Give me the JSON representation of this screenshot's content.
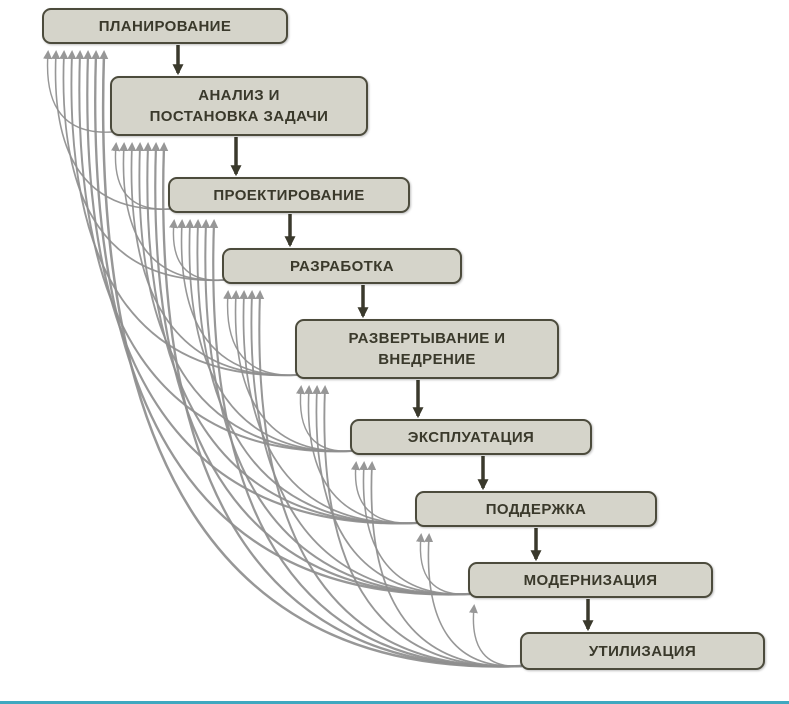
{
  "diagram": {
    "nodes": [
      {
        "id": "planning",
        "label": "ПЛАНИРОВАНИЕ",
        "lines": [
          "ПЛАНИРОВАНИЕ"
        ]
      },
      {
        "id": "analysis",
        "label": "АНАЛИЗ И ПОСТАНОВКА ЗАДАЧИ",
        "lines": [
          "АНАЛИЗ И",
          "ПОСТАНОВКА ЗАДАЧИ"
        ]
      },
      {
        "id": "design",
        "label": "ПРОЕКТИРОВАНИЕ",
        "lines": [
          "ПРОЕКТИРОВАНИЕ"
        ]
      },
      {
        "id": "development",
        "label": "РАЗРАБОТКА",
        "lines": [
          "РАЗРАБОТКА"
        ]
      },
      {
        "id": "deployment",
        "label": "РАЗВЕРТЫВАНИЕ И ВНЕДРЕНИЕ",
        "lines": [
          "РАЗВЕРТЫВАНИЕ И",
          "ВНЕДРЕНИЕ"
        ]
      },
      {
        "id": "operation",
        "label": "ЭКСПЛУАТАЦИЯ",
        "lines": [
          "ЭКСПЛУАТАЦИЯ"
        ]
      },
      {
        "id": "support",
        "label": "ПОДДЕРЖКА",
        "lines": [
          "ПОДДЕРЖКА"
        ]
      },
      {
        "id": "modernization",
        "label": "МОДЕРНИЗАЦИЯ",
        "lines": [
          "МОДЕРНИЗАЦИЯ"
        ]
      },
      {
        "id": "disposal",
        "label": "УТИЛИЗАЦИЯ",
        "lines": [
          "УТИЛИЗАЦИЯ"
        ]
      }
    ],
    "flow_edges": [
      [
        "planning",
        "analysis"
      ],
      [
        "analysis",
        "design"
      ],
      [
        "design",
        "development"
      ],
      [
        "development",
        "deployment"
      ],
      [
        "deployment",
        "operation"
      ],
      [
        "operation",
        "support"
      ],
      [
        "support",
        "modernization"
      ],
      [
        "modernization",
        "disposal"
      ]
    ],
    "feedback_edges": [
      [
        "analysis",
        "planning"
      ],
      [
        "design",
        "planning"
      ],
      [
        "design",
        "analysis"
      ],
      [
        "development",
        "planning"
      ],
      [
        "development",
        "analysis"
      ],
      [
        "development",
        "design"
      ],
      [
        "deployment",
        "planning"
      ],
      [
        "deployment",
        "analysis"
      ],
      [
        "deployment",
        "design"
      ],
      [
        "deployment",
        "development"
      ],
      [
        "operation",
        "planning"
      ],
      [
        "operation",
        "analysis"
      ],
      [
        "operation",
        "design"
      ],
      [
        "operation",
        "development"
      ],
      [
        "operation",
        "deployment"
      ],
      [
        "support",
        "planning"
      ],
      [
        "support",
        "analysis"
      ],
      [
        "support",
        "design"
      ],
      [
        "support",
        "development"
      ],
      [
        "support",
        "deployment"
      ],
      [
        "support",
        "operation"
      ],
      [
        "modernization",
        "planning"
      ],
      [
        "modernization",
        "analysis"
      ],
      [
        "modernization",
        "design"
      ],
      [
        "modernization",
        "development"
      ],
      [
        "modernization",
        "deployment"
      ],
      [
        "modernization",
        "operation"
      ],
      [
        "modernization",
        "support"
      ],
      [
        "disposal",
        "planning"
      ],
      [
        "disposal",
        "analysis"
      ],
      [
        "disposal",
        "design"
      ],
      [
        "disposal",
        "development"
      ],
      [
        "disposal",
        "deployment"
      ],
      [
        "disposal",
        "operation"
      ],
      [
        "disposal",
        "support"
      ],
      [
        "disposal",
        "modernization"
      ]
    ],
    "colors": {
      "node_fill": "#d5d4ca",
      "node_border": "#4c4b3c",
      "node_text": "#3a392b",
      "flow_arrow": "#3a392c",
      "feedback_arrow": "#8f8f8f",
      "bottom_line": "#3fa8c0",
      "background": "#ffffff"
    }
  }
}
